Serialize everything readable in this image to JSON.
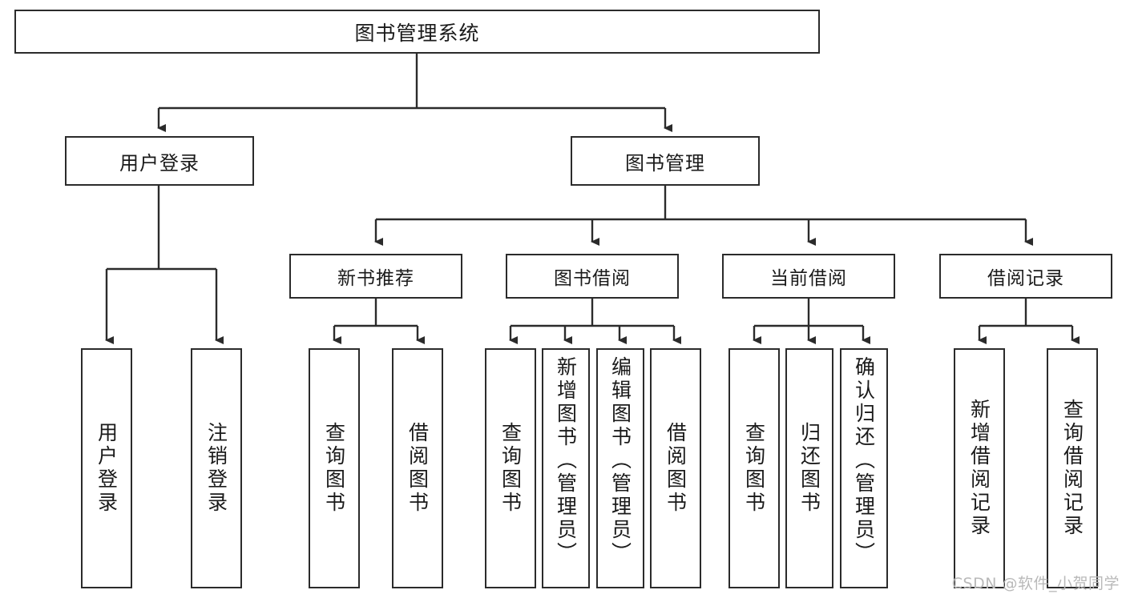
{
  "diagram": {
    "title": "图书管理系统",
    "type": "tree-hierarchy-functional-structure",
    "root": {
      "id": "root",
      "label": "图书管理系统"
    },
    "level2": [
      {
        "id": "user-login",
        "label": "用户登录"
      },
      {
        "id": "book-management",
        "label": "图书管理"
      }
    ],
    "level3": [
      {
        "id": "new-book-recommend",
        "label": "新书推荐",
        "parent": "book-management"
      },
      {
        "id": "book-borrow",
        "label": "图书借阅",
        "parent": "book-management"
      },
      {
        "id": "current-borrow",
        "label": "当前借阅",
        "parent": "book-management"
      },
      {
        "id": "borrow-record",
        "label": "借阅记录",
        "parent": "book-management"
      }
    ],
    "leaves": [
      {
        "id": "leaf-user-login",
        "label": "用户登录",
        "parent": "user-login"
      },
      {
        "id": "leaf-logout",
        "label": "注销登录",
        "parent": "user-login"
      },
      {
        "id": "leaf-query-book-1",
        "label": "查询图书",
        "parent": "new-book-recommend"
      },
      {
        "id": "leaf-borrow-book-1",
        "label": "借阅图书",
        "parent": "new-book-recommend"
      },
      {
        "id": "leaf-query-book-2",
        "label": "查询图书",
        "parent": "book-borrow"
      },
      {
        "id": "leaf-add-book",
        "label": "新增图书（管理员）",
        "parent": "book-borrow"
      },
      {
        "id": "leaf-edit-book",
        "label": "编辑图书（管理员）",
        "parent": "book-borrow"
      },
      {
        "id": "leaf-borrow-book-2",
        "label": "借阅图书",
        "parent": "book-borrow"
      },
      {
        "id": "leaf-query-book-3",
        "label": "查询图书",
        "parent": "current-borrow"
      },
      {
        "id": "leaf-return-book",
        "label": "归还图书",
        "parent": "current-borrow"
      },
      {
        "id": "leaf-confirm-return",
        "label": "确认归还（管理员）",
        "parent": "current-borrow"
      },
      {
        "id": "leaf-add-record",
        "label": "新增借阅记录",
        "parent": "borrow-record"
      },
      {
        "id": "leaf-query-record",
        "label": "查询借阅记录",
        "parent": "borrow-record"
      }
    ]
  },
  "watermark": {
    "text": "CSDN @软件_小贺同学"
  },
  "colors": {
    "border": "#2b2b2b",
    "background": "#ffffff",
    "text": "#1a1a1a",
    "watermark": "#b9b9b9",
    "edge": "#2b2b2b"
  }
}
